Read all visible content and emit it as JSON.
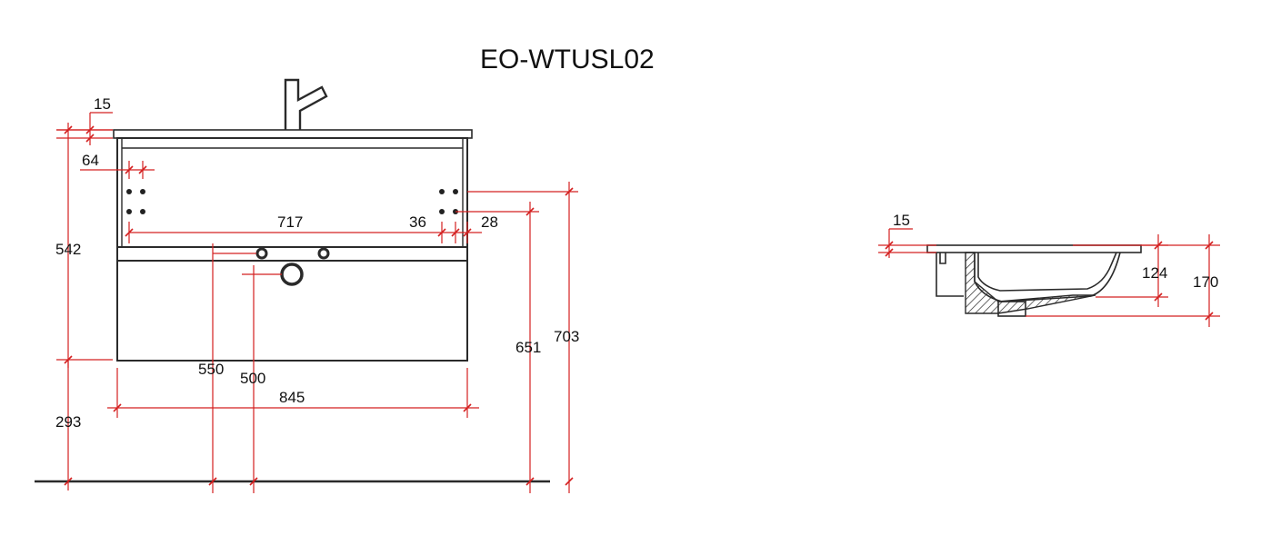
{
  "title": "EO-WTUSL02",
  "colors": {
    "dimension": "#d42020",
    "outline": "#2a2a2a"
  },
  "front_view": {
    "dimensions": {
      "top_thickness": "15",
      "hole_offset": "64",
      "total_height": "542",
      "inner_width": "717",
      "hole_spacing": "36",
      "side_offset": "28",
      "leg_height": "293",
      "drain_left": "550",
      "drain_center": "500",
      "cabinet_width": "845",
      "hole_height": "651",
      "overall_height": "703"
    }
  },
  "side_view": {
    "dimensions": {
      "rim_thickness": "15",
      "bowl_depth": "124",
      "total_depth": "170"
    }
  }
}
